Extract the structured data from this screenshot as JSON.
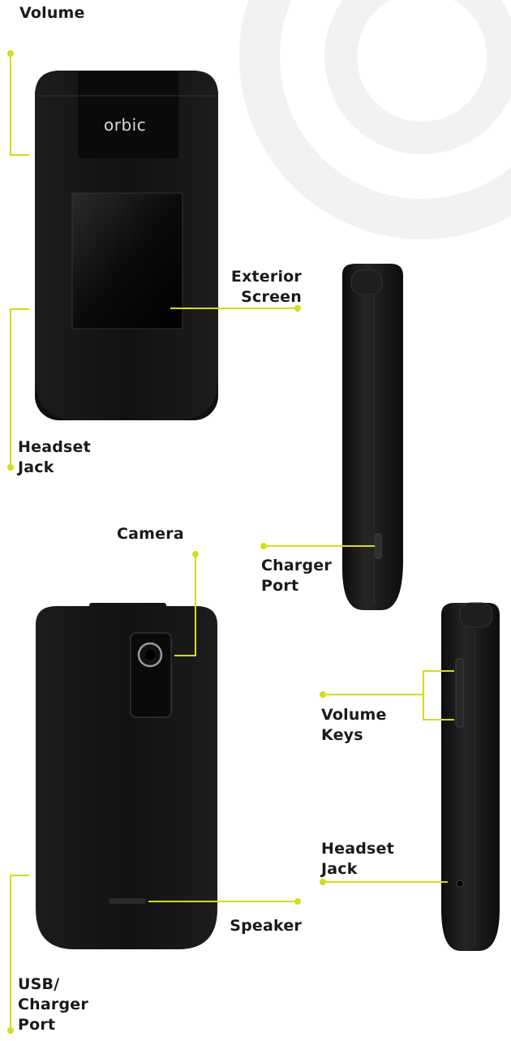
{
  "brand": {
    "logo_text": "orbic"
  },
  "labels": {
    "volume": "Volume",
    "exterior_screen_line1": "Exterior",
    "exterior_screen_line2": "Screen",
    "headset_jack_front_line1": "Headset",
    "headset_jack_front_line2": "Jack",
    "camera": "Camera",
    "charger_port_line1": "Charger",
    "charger_port_line2": "Port",
    "volume_keys_line1": "Volume",
    "volume_keys_line2": "Keys",
    "headset_jack_side_line1": "Headset",
    "headset_jack_side_line2": "Jack",
    "speaker": "Speaker",
    "usb_charger_port_line1": "USB/",
    "usb_charger_port_line2": "Charger",
    "usb_charger_port_line3": "Port"
  },
  "colors": {
    "callout": "#d4dc1c",
    "phone_body": "#111111",
    "phone_edge": "#2a2a2a",
    "label_text": "#1a1a1a",
    "watermark": "#f2f2f2"
  }
}
